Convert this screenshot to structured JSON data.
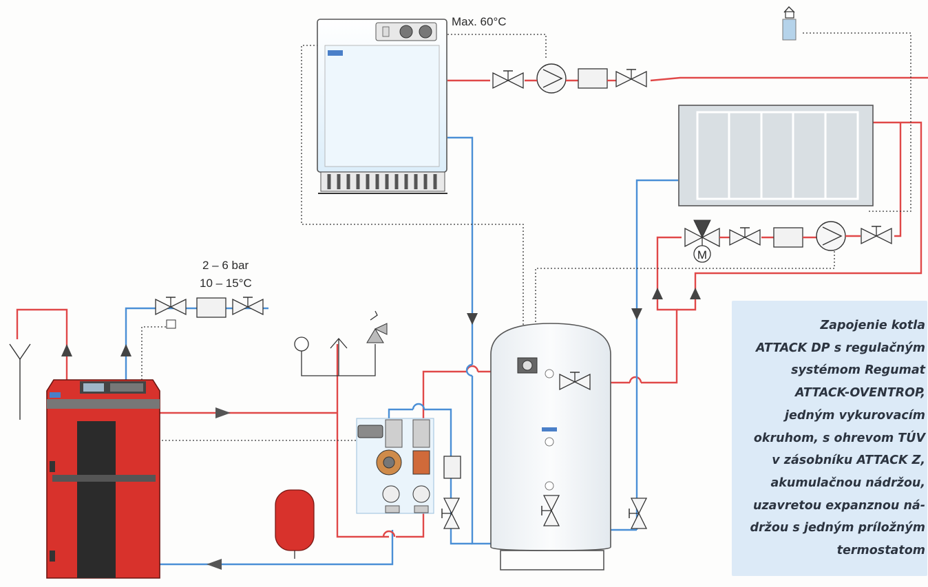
{
  "labels": {
    "max_temp": "Max. 60°C",
    "pressure": "2 – 6 bar",
    "temperature_range": "10 – 15°C",
    "motor_symbol": "M"
  },
  "info_box": {
    "text": "Zapojenie kotla\nATTACK DP s regulačným\nsystémom Regumat\nATTACK-OVENTROP,\njedným vykurovacím\nokruhom, s ohrevom TÚV\nv zásobníku ATTACK Z,\nakumulačnou nádržou,\nuzavretou expanznou ná-\ndržou s jedným príložným\ntermostatom"
  },
  "colors": {
    "supply_pipe": "#e04848",
    "return_pipe": "#4a8fd6",
    "boiler_body": "#d8322c",
    "info_background": "#dceaf7"
  }
}
